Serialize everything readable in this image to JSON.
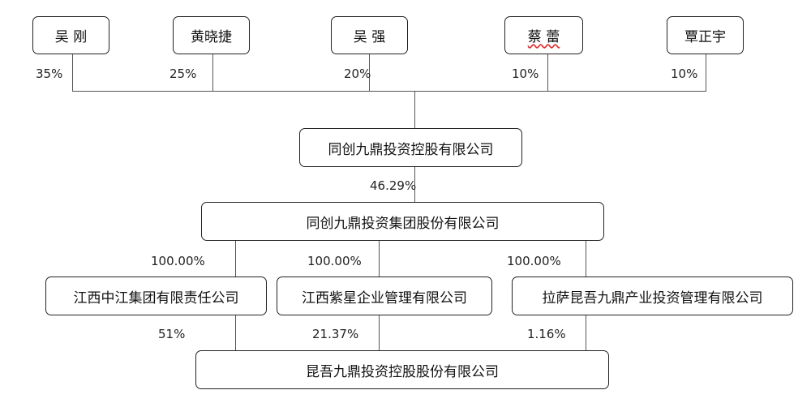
{
  "shareholders": [
    {
      "name": "吴 刚",
      "pct": "35%"
    },
    {
      "name": "黄晓捷",
      "pct": "25%"
    },
    {
      "name": "吴 强",
      "pct": "20%"
    },
    {
      "name": "蔡 蕾",
      "pct": "10%"
    },
    {
      "name": "覃正宇",
      "pct": "10%"
    }
  ],
  "holding": {
    "name": "同创九鼎投资控股有限公司"
  },
  "holding_pct": "46.29%",
  "group": {
    "name": "同创九鼎投资集团股份有限公司"
  },
  "subsidiaries": [
    {
      "name": "江西中江集团有限责任公司",
      "pct_from_group": "100.00%",
      "pct_to_target": "51%"
    },
    {
      "name": "江西紫星企业管理有限公司",
      "pct_from_group": "100.00%",
      "pct_to_target": "21.37%"
    },
    {
      "name": "拉萨昆吾九鼎产业投资管理有限公司",
      "pct_from_group": "100.00%",
      "pct_to_target": "1.16%"
    }
  ],
  "target": {
    "name": "昆吾九鼎投资控股股份有限公司"
  }
}
